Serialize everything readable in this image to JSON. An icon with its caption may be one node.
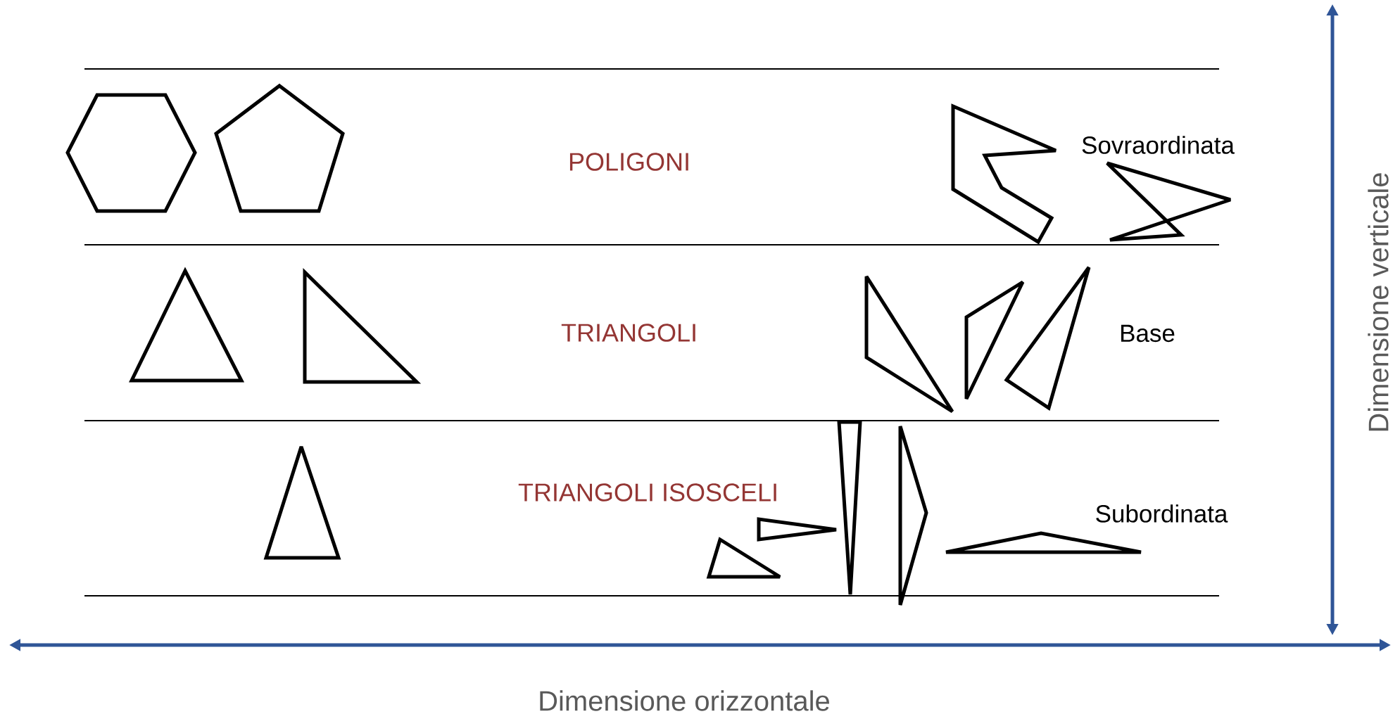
{
  "diagram": {
    "labels": [
      "POLIGONI",
      "TRIANGOLI",
      "TRIANGOLI ISOSCELI",
      "Sovraordinata",
      "Base",
      "Subordinata",
      "Dimensione verticale",
      "Dimensione orizzontale"
    ]
  }
}
